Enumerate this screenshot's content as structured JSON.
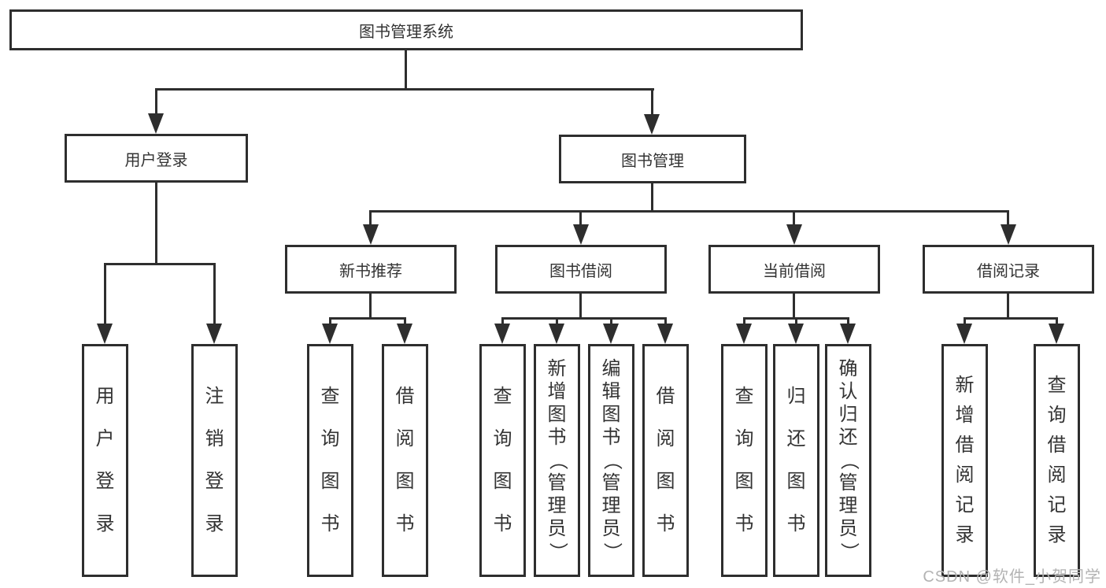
{
  "tree": {
    "label": "图书管理系统",
    "children": [
      {
        "label": "用户登录",
        "children": [
          {
            "label": "用户登录"
          },
          {
            "label": "注销登录"
          }
        ]
      },
      {
        "label": "图书管理",
        "children": [
          {
            "label": "新书推荐",
            "children": [
              {
                "label": "查询图书"
              },
              {
                "label": "借阅图书"
              }
            ]
          },
          {
            "label": "图书借阅",
            "children": [
              {
                "label": "查询图书"
              },
              {
                "label": "新增图书（管理员）"
              },
              {
                "label": "编辑图书（管理员）"
              },
              {
                "label": "借阅图书"
              }
            ]
          },
          {
            "label": "当前借阅",
            "children": [
              {
                "label": "查询图书"
              },
              {
                "label": "归还图书"
              },
              {
                "label": "确认归还（管理员）"
              }
            ]
          },
          {
            "label": "借阅记录",
            "children": [
              {
                "label": "新增借阅记录"
              },
              {
                "label": "查询借阅记录"
              }
            ]
          }
        ]
      }
    ]
  },
  "watermark": {
    "text": "CSDN @软件_小贺同学"
  },
  "colors": {
    "line": "#2e2e2e",
    "text": "#333333",
    "watermark": "#b3b3b3",
    "bg": "#ffffff"
  }
}
